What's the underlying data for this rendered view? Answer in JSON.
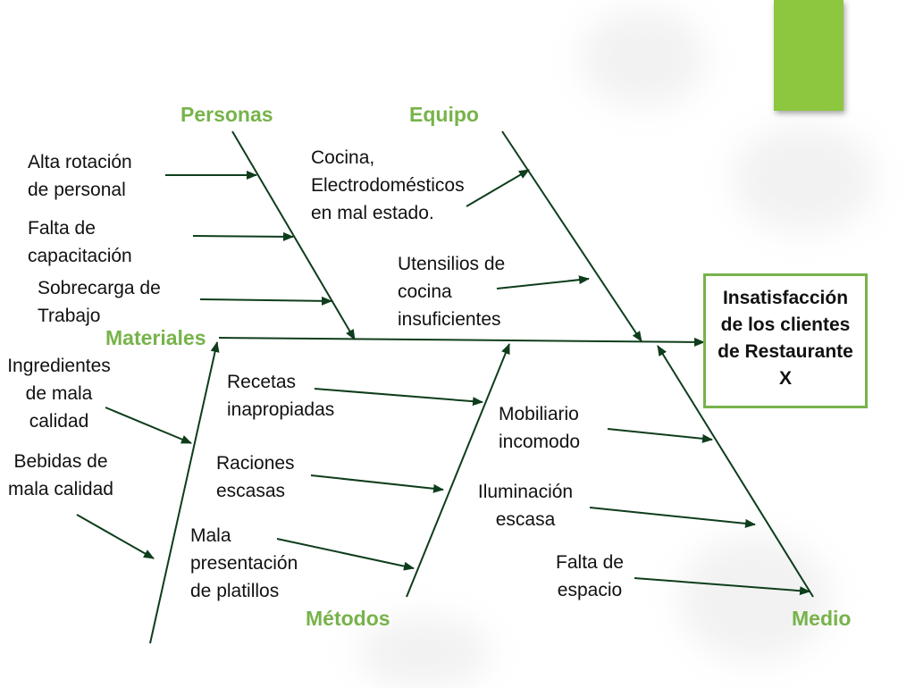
{
  "effect": "Insatisfacción\nde los clientes\nde Restaurante\nX",
  "categories": {
    "personas": "Personas",
    "equipo": "Equipo",
    "materiales": "Materiales",
    "metodos": "Métodos",
    "medio": "Medio"
  },
  "causes": {
    "personas": [
      "Alta rotación\nde personal",
      "Falta de\ncapacitación",
      "Sobrecarga de\nTrabajo"
    ],
    "equipo": [
      "Cocina,\nElectrodomésticos\nen mal estado.",
      "Utensilios de\ncocina\ninsuficientes"
    ],
    "materiales": [
      "Ingredientes\nde mala\ncalidad",
      "Bebidas de\nmala calidad"
    ],
    "metodos": [
      "Recetas\ninapropiadas",
      "Raciones\nescasas",
      "Mala\npresentación\nde platillos"
    ],
    "medio": [
      "Mobiliario\nincomodo",
      "Iluminación\nescasa",
      "Falta de\nespacio"
    ]
  },
  "colors": {
    "category": "#77b34a",
    "box_border": "#77b34a",
    "accent": "#8dc63f",
    "arrow": "#0e3d1c"
  }
}
